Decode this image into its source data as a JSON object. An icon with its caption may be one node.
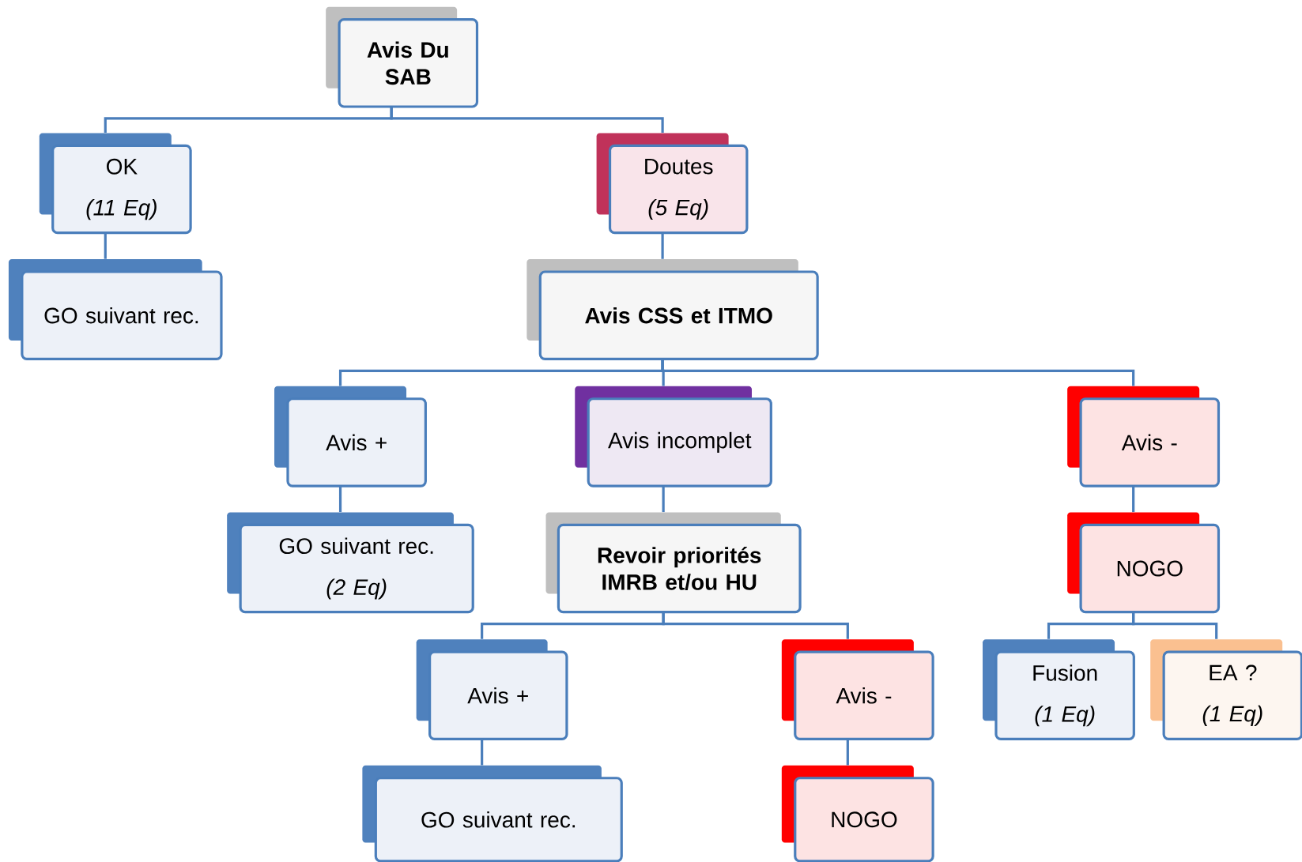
{
  "diagram": {
    "nodes": [
      {
        "text": [
          "Avis Du SAB"
        ]
      },
      {
        "text": [
          "OK",
          "(11 Eq)"
        ]
      },
      {
        "text": [
          "Doutes",
          "(5 Eq)"
        ]
      },
      {
        "text": [
          "GO suivant rec."
        ]
      },
      {
        "text": [
          "Avis CSS et ITMO"
        ]
      },
      {
        "text": [
          "Avis +"
        ]
      },
      {
        "text": [
          "Avis incomplet"
        ]
      },
      {
        "text": [
          "Avis -"
        ]
      },
      {
        "text": [
          "GO suivant rec.",
          "(2 Eq)"
        ]
      },
      {
        "text": [
          "Revoir priorités IMRB et/ou HU"
        ]
      },
      {
        "text": [
          "NOGO"
        ]
      },
      {
        "text": [
          "Avis +"
        ]
      },
      {
        "text": [
          "Avis -"
        ]
      },
      {
        "text": [
          "Fusion",
          "(1 Eq)"
        ]
      },
      {
        "text": [
          "EA ?",
          "(1 Eq)"
        ]
      },
      {
        "text": [
          "GO suivant rec."
        ]
      },
      {
        "text": [
          "NOGO"
        ]
      }
    ],
    "edges": [
      {
        "from": 0,
        "to": 1,
        "arrow": "none"
      },
      {
        "from": 0,
        "to": 2,
        "arrow": "none"
      },
      {
        "from": 1,
        "to": 3,
        "arrow": "none"
      },
      {
        "from": 2,
        "to": 4,
        "arrow": "none"
      },
      {
        "from": 4,
        "to": 5,
        "arrow": "none"
      },
      {
        "from": 4,
        "to": 6,
        "arrow": "none"
      },
      {
        "from": 4,
        "to": 7,
        "arrow": "none"
      },
      {
        "from": 5,
        "to": 8,
        "arrow": "none"
      },
      {
        "from": 6,
        "to": 9,
        "arrow": "none"
      },
      {
        "from": 7,
        "to": 10,
        "arrow": "none"
      },
      {
        "from": 9,
        "to": 11,
        "arrow": "none"
      },
      {
        "from": 9,
        "to": 12,
        "arrow": "none"
      },
      {
        "from": 10,
        "to": 13,
        "arrow": "none"
      },
      {
        "from": 10,
        "to": 14,
        "arrow": "none"
      },
      {
        "from": 11,
        "to": 15,
        "arrow": "none"
      },
      {
        "from": 12,
        "to": 16,
        "arrow": "none"
      }
    ]
  }
}
